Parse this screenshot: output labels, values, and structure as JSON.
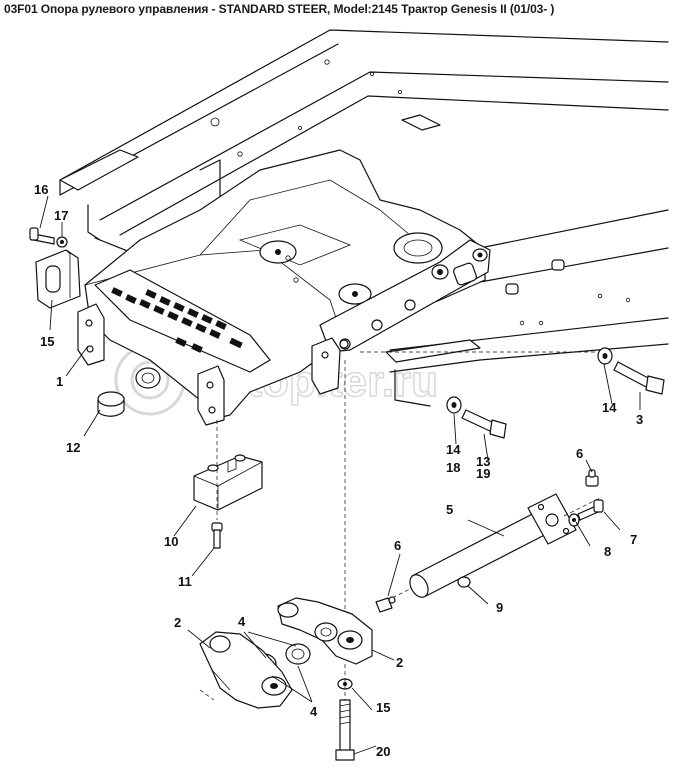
{
  "title": "03F01 Опора рулевого управления -  STANDARD STEER, Model:2145 Трактор Genesis II (01/03- )",
  "watermark": "autopiter.ru",
  "callouts": {
    "c1": "1",
    "c2a": "2",
    "c2b": "2",
    "c3": "3",
    "c4a": "4",
    "c4b": "4",
    "c5": "5",
    "c6a": "6",
    "c6b": "6",
    "c7": "7",
    "c8": "8",
    "c9": "9",
    "c10": "10",
    "c11": "11",
    "c12": "12",
    "c13": "13",
    "c14a": "14",
    "c14b": "14",
    "c15a": "15",
    "c15b": "15",
    "c16": "16",
    "c17": "17",
    "c18": "18",
    "c19": "19",
    "c20": "20"
  }
}
